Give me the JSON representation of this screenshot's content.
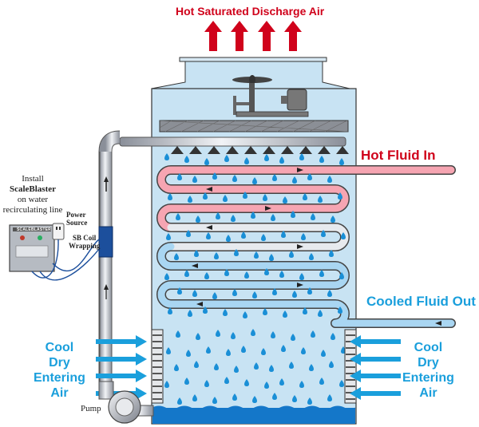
{
  "title": "Hot Saturated Discharge Air",
  "hot_fluid_in": "Hot Fluid In",
  "cooled_fluid_out": "Cooled Fluid Out",
  "left_air": [
    "Cool",
    "Dry",
    "Entering",
    "Air"
  ],
  "right_air": [
    "Cool",
    "Dry",
    "Entering",
    "Air"
  ],
  "install_note": {
    "line1": "Install",
    "brand": "ScaleBlaster",
    "line3": "on water",
    "line4": "recirculating line"
  },
  "power_source": [
    "Power",
    "Source"
  ],
  "sb_coil": [
    "SB Coil",
    "Wrapping"
  ],
  "device_label": "SCALEBLASTER",
  "pump_label": "Pump",
  "colors": {
    "hot": "#d0021b",
    "cool": "#1a9fdc",
    "tower": "#c8e3f3",
    "water": "#1477c9"
  }
}
